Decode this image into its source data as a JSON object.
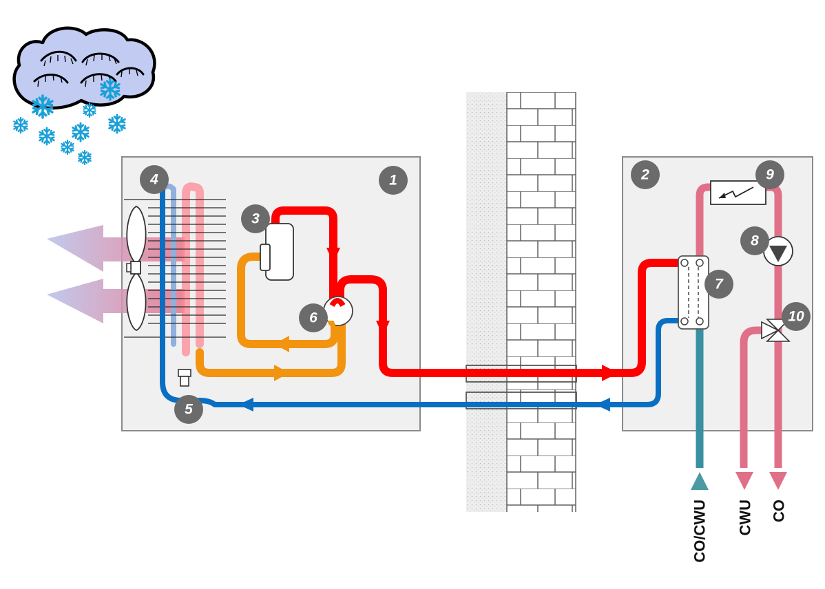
{
  "colors": {
    "hot": "#ff0000",
    "cold": "#0a6fc2",
    "warm_orange": "#f29410",
    "pink": "#e07088",
    "teal": "#3a8fa0",
    "unit_fill": "#f0f0f0",
    "badge": "#6b6b6b",
    "snow": "#1aa0d8",
    "cloud": "#c2cbf2"
  },
  "badges": {
    "outdoor_unit": "1",
    "indoor_unit": "2",
    "compressor": "3",
    "evaporator": "4",
    "expansion_valve": "5",
    "four_way_valve": "6",
    "plate_exchanger": "7",
    "circulation_pump": "8",
    "electric_heater": "9",
    "three_way_valve": "10"
  },
  "outlets": {
    "co_cwu": "CO/CWU",
    "cwu": "CWU",
    "co": "CO"
  },
  "icons": {
    "weather": "snow-cloud-icon",
    "fan": "fan-icon",
    "pump": "pump-icon",
    "heater": "heater-icon",
    "valve": "three-way-valve-icon"
  }
}
